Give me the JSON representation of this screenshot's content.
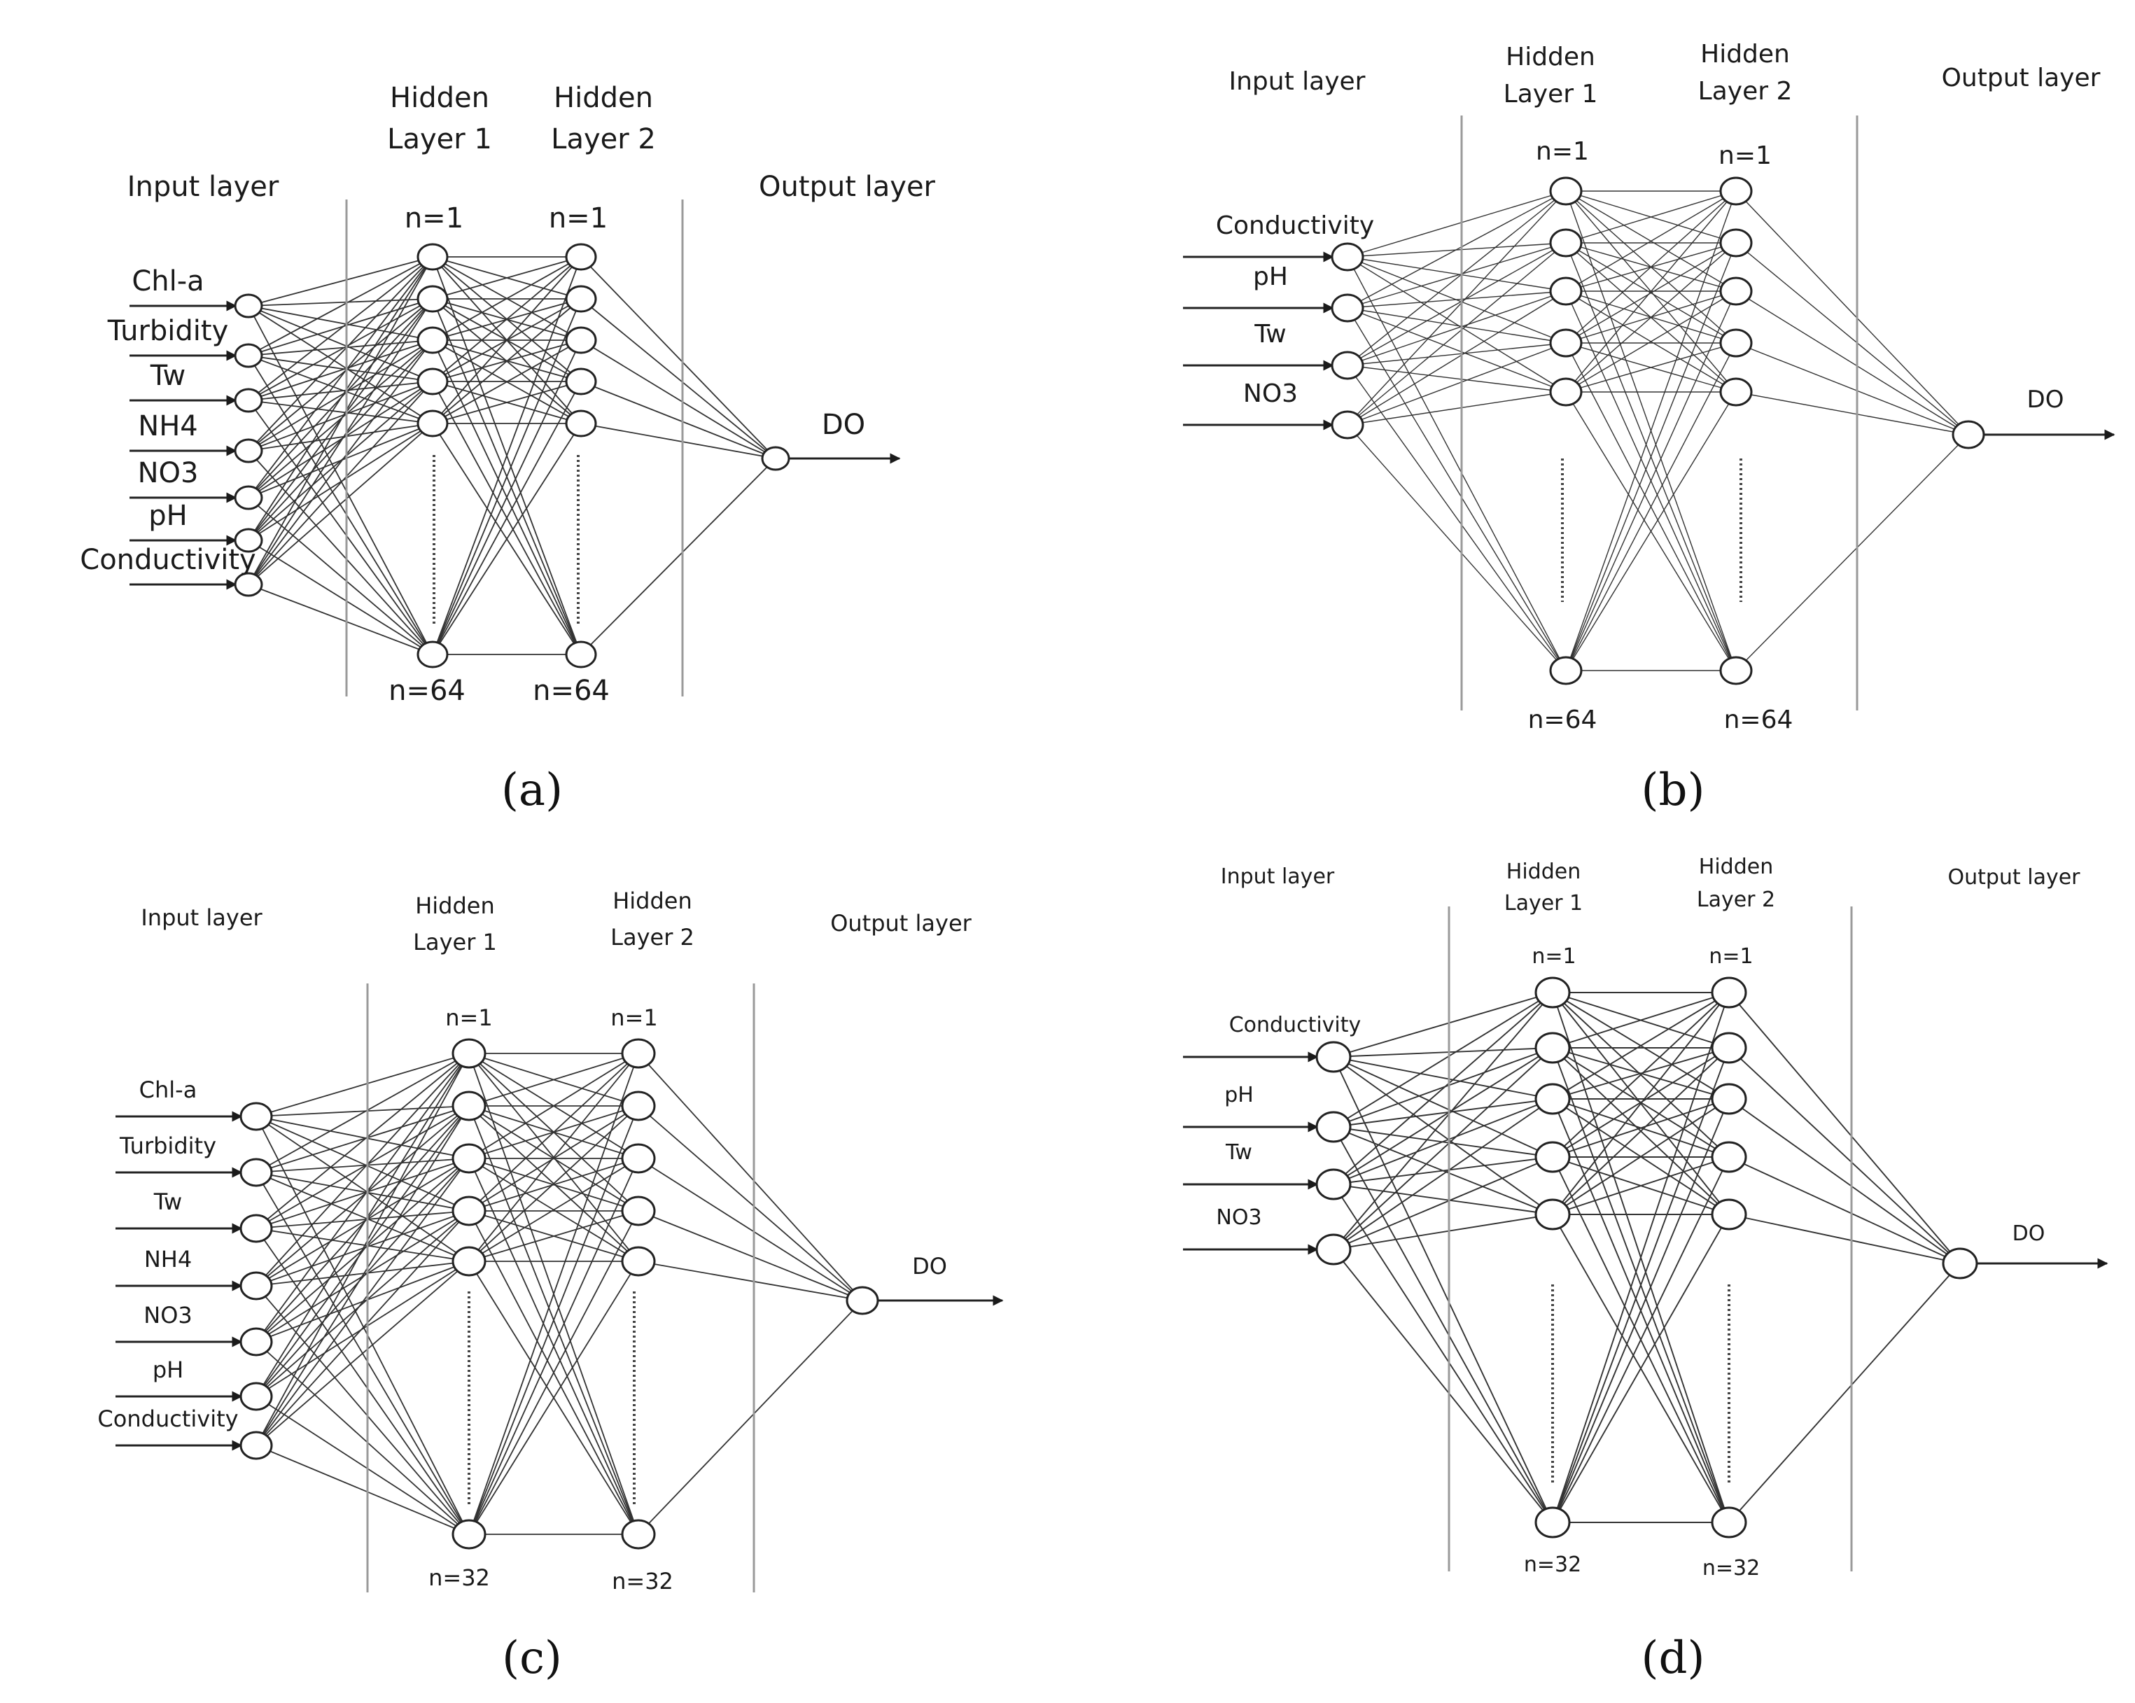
{
  "colors": {
    "line": "#333333",
    "divider": "#9a9a9a",
    "text": "#1a1a1a"
  },
  "panels": [
    {
      "id": "a",
      "caption": "(a)",
      "header": {
        "input": "Input layer",
        "hidden1": [
          "Hidden",
          "Layer 1"
        ],
        "hidden2": [
          "Hidden",
          "Layer 2"
        ],
        "output": "Output layer"
      },
      "inputs": [
        "Chl-a",
        "Turbidity",
        "Tw",
        "NH4",
        "NO3",
        "pH",
        "Conductivity"
      ],
      "hidden1": {
        "top_label": "n=1",
        "bottom_label": "n=64"
      },
      "hidden2": {
        "top_label": "n=1",
        "bottom_label": "n=64"
      },
      "output": "DO"
    },
    {
      "id": "b",
      "caption": "(b)",
      "header": {
        "input": "Input layer",
        "hidden1": [
          "Hidden",
          "Layer 1"
        ],
        "hidden2": [
          "Hidden",
          "Layer 2"
        ],
        "output": "Output layer"
      },
      "inputs": [
        "Conductivity",
        "pH",
        "Tw",
        "NO3"
      ],
      "hidden1": {
        "top_label": "n=1",
        "bottom_label": "n=64"
      },
      "hidden2": {
        "top_label": "n=1",
        "bottom_label": "n=64"
      },
      "output": "DO"
    },
    {
      "id": "c",
      "caption": "(c)",
      "header": {
        "input": "Input layer",
        "hidden1": [
          "Hidden",
          "Layer 1"
        ],
        "hidden2": [
          "Hidden",
          "Layer 2"
        ],
        "output": "Output layer"
      },
      "inputs": [
        "Chl-a",
        "Turbidity",
        "Tw",
        "NH4",
        "NO3",
        "pH",
        "Conductivity"
      ],
      "hidden1": {
        "top_label": "n=1",
        "bottom_label": "n=32"
      },
      "hidden2": {
        "top_label": "n=1",
        "bottom_label": "n=32"
      },
      "output": "DO"
    },
    {
      "id": "d",
      "caption": "(d)",
      "header": {
        "input": "Input layer",
        "hidden1": [
          "Hidden",
          "Layer 1"
        ],
        "hidden2": [
          "Hidden",
          "Layer 2"
        ],
        "output": "Output layer"
      },
      "inputs": [
        "Conductivity",
        "pH",
        "Tw",
        "NO3"
      ],
      "hidden1": {
        "top_label": "n=1",
        "bottom_label": "n=32"
      },
      "hidden2": {
        "top_label": "n=1",
        "bottom_label": "n=32"
      },
      "output": "DO"
    }
  ]
}
